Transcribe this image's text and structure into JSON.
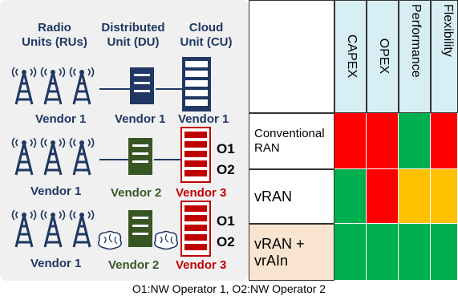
{
  "headers": {
    "ru": "Radio\nUnits (RUs)",
    "du": "Distributed\nUnit (DU)",
    "cu": "Cloud\nUnit (CU)"
  },
  "rows": [
    {
      "vendors": {
        "ru": "Vendor 1",
        "du": "Vendor 1",
        "cu": "Vendor 1"
      }
    },
    {
      "vendors": {
        "ru": "Vendor 1",
        "du": "Vendor 2",
        "cu": "Vendor 3"
      },
      "ops": [
        "O1",
        "O2"
      ]
    },
    {
      "vendors": {
        "ru": "Vendor 1",
        "du": "Vendor 2",
        "cu": "Vendor 3"
      },
      "ops": [
        "O1",
        "O2"
      ]
    }
  ],
  "table": {
    "columns": [
      "CAPEX",
      "OPEX",
      "Performance",
      "Flexibility"
    ],
    "rows": [
      {
        "label": "Conventional\nRAN",
        "cells": [
          "red",
          "red",
          "green",
          "red"
        ]
      },
      {
        "label": "vRAN",
        "cells": [
          "green",
          "red",
          "orange",
          "orange"
        ]
      },
      {
        "label": "vRAN +\nvrAIn",
        "cells": [
          "green",
          "green",
          "green",
          "green"
        ]
      }
    ]
  },
  "colors": {
    "red": "#ff0000",
    "green": "#00b050",
    "orange": "#ffc000",
    "header_bg": "#d6eef4",
    "highlight_bg": "#f8e4cf"
  },
  "footnote": "O1:NW Operator 1,  O2:NW Operator 2"
}
